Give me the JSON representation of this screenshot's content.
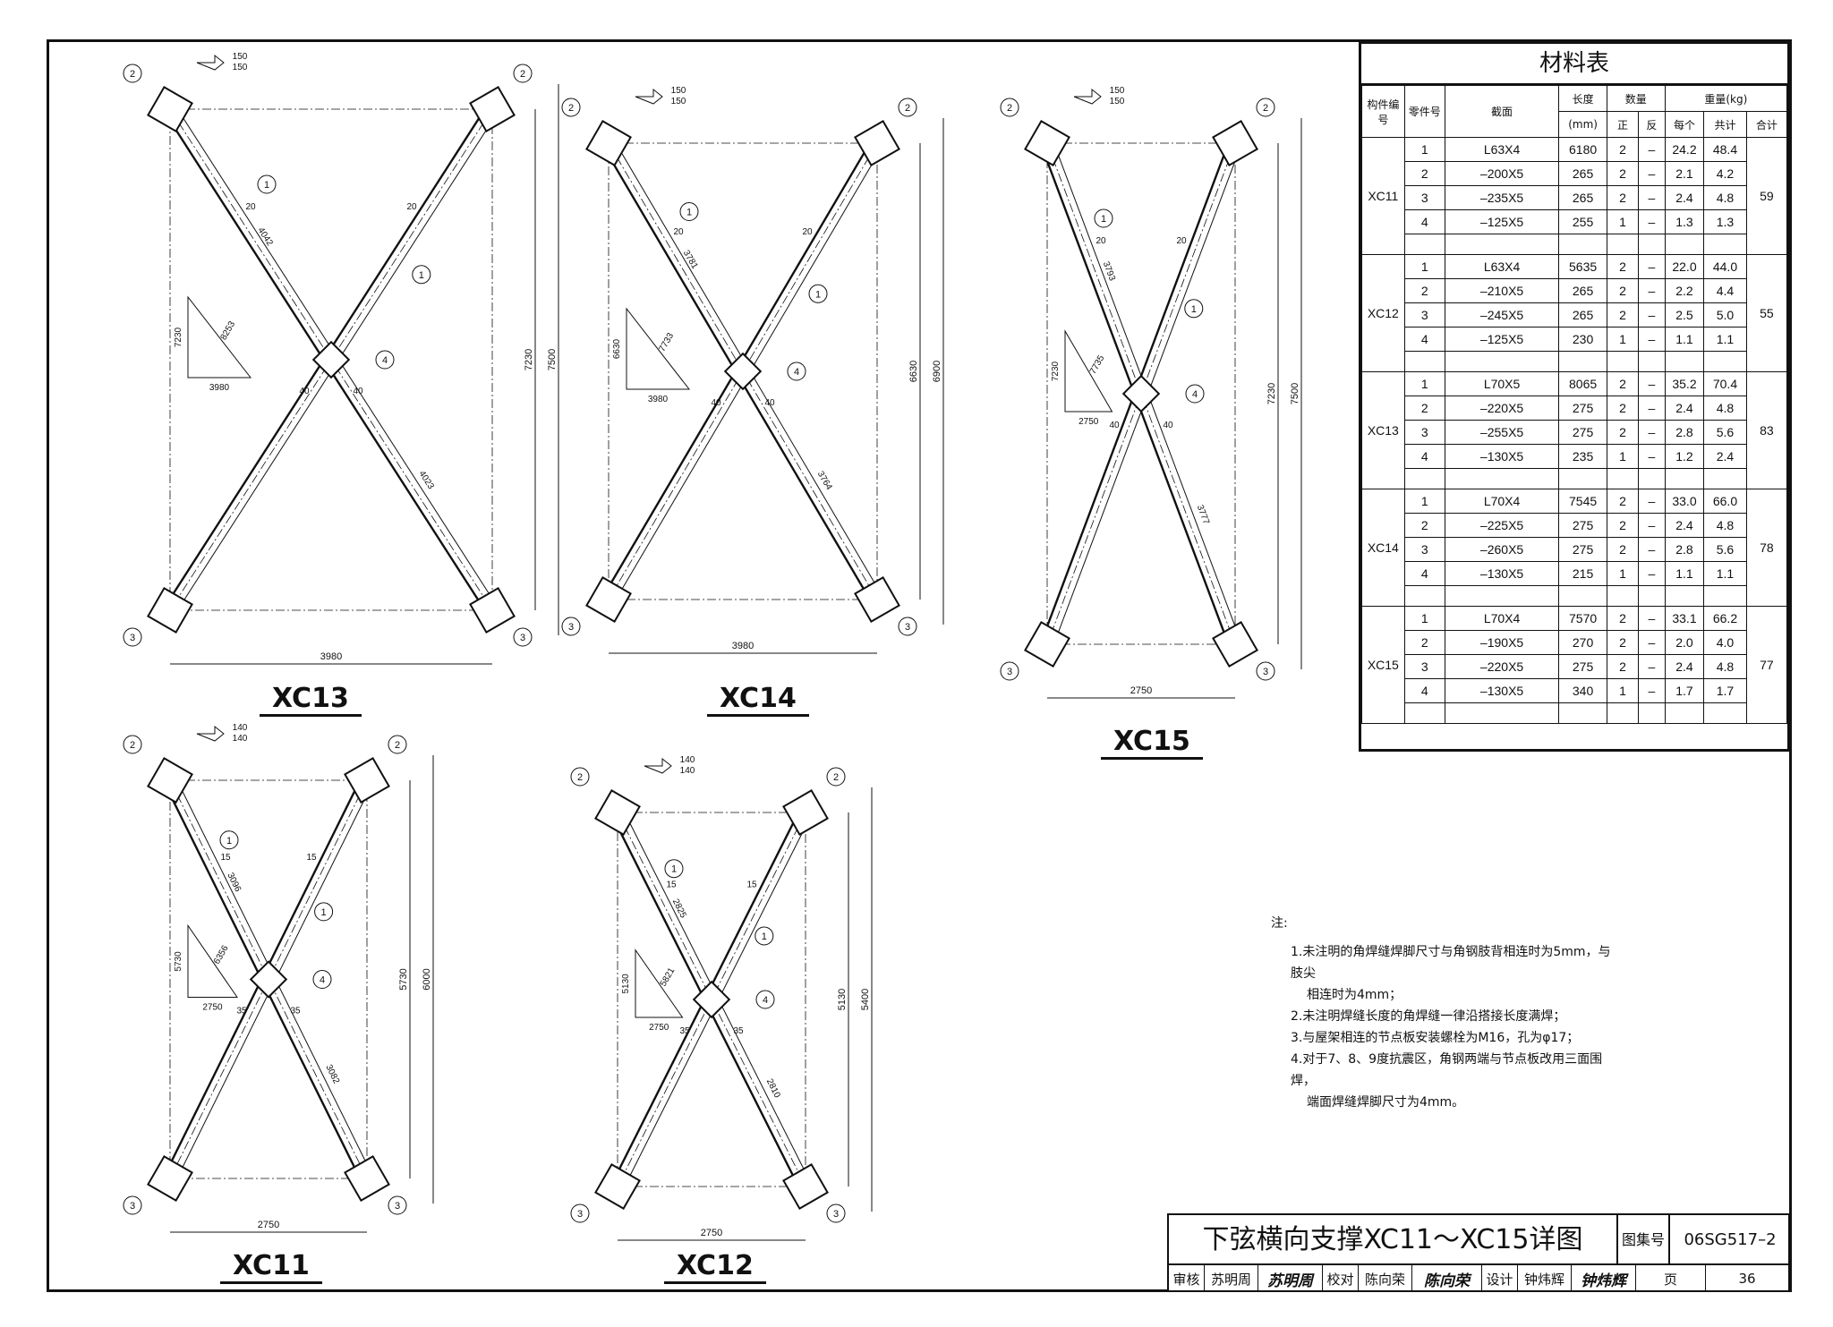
{
  "material_table": {
    "title": "材料表",
    "headers": {
      "member": "构件编号",
      "part": "零件号",
      "section": "截面",
      "length": "长度",
      "length_unit": "(mm)",
      "quantity": "数量",
      "qty_pos": "正",
      "qty_neg": "反",
      "weight": "重量(kg)",
      "w_each": "每个",
      "w_sum": "共计",
      "w_total": "合计"
    },
    "groups": [
      {
        "member": "XC11",
        "total": "59",
        "rows": [
          {
            "part": "1",
            "section": "L63X4",
            "length": "6180",
            "pos": "2",
            "neg": "–",
            "each": "24.2",
            "sum": "48.4"
          },
          {
            "part": "2",
            "section": "–200X5",
            "length": "265",
            "pos": "2",
            "neg": "–",
            "each": "2.1",
            "sum": "4.2"
          },
          {
            "part": "3",
            "section": "–235X5",
            "length": "265",
            "pos": "2",
            "neg": "–",
            "each": "2.4",
            "sum": "4.8"
          },
          {
            "part": "4",
            "section": "–125X5",
            "length": "255",
            "pos": "1",
            "neg": "–",
            "each": "1.3",
            "sum": "1.3"
          }
        ]
      },
      {
        "member": "XC12",
        "total": "55",
        "rows": [
          {
            "part": "1",
            "section": "L63X4",
            "length": "5635",
            "pos": "2",
            "neg": "–",
            "each": "22.0",
            "sum": "44.0"
          },
          {
            "part": "2",
            "section": "–210X5",
            "length": "265",
            "pos": "2",
            "neg": "–",
            "each": "2.2",
            "sum": "4.4"
          },
          {
            "part": "3",
            "section": "–245X5",
            "length": "265",
            "pos": "2",
            "neg": "–",
            "each": "2.5",
            "sum": "5.0"
          },
          {
            "part": "4",
            "section": "–125X5",
            "length": "230",
            "pos": "1",
            "neg": "–",
            "each": "1.1",
            "sum": "1.1"
          }
        ]
      },
      {
        "member": "XC13",
        "total": "83",
        "rows": [
          {
            "part": "1",
            "section": "L70X5",
            "length": "8065",
            "pos": "2",
            "neg": "–",
            "each": "35.2",
            "sum": "70.4"
          },
          {
            "part": "2",
            "section": "–220X5",
            "length": "275",
            "pos": "2",
            "neg": "–",
            "each": "2.4",
            "sum": "4.8"
          },
          {
            "part": "3",
            "section": "–255X5",
            "length": "275",
            "pos": "2",
            "neg": "–",
            "each": "2.8",
            "sum": "5.6"
          },
          {
            "part": "4",
            "section": "–130X5",
            "length": "235",
            "pos": "1",
            "neg": "–",
            "each": "1.2",
            "sum": "2.4"
          }
        ]
      },
      {
        "member": "XC14",
        "total": "78",
        "rows": [
          {
            "part": "1",
            "section": "L70X4",
            "length": "7545",
            "pos": "2",
            "neg": "–",
            "each": "33.0",
            "sum": "66.0"
          },
          {
            "part": "2",
            "section": "–225X5",
            "length": "275",
            "pos": "2",
            "neg": "–",
            "each": "2.4",
            "sum": "4.8"
          },
          {
            "part": "3",
            "section": "–260X5",
            "length": "275",
            "pos": "2",
            "neg": "–",
            "each": "2.8",
            "sum": "5.6"
          },
          {
            "part": "4",
            "section": "–130X5",
            "length": "215",
            "pos": "1",
            "neg": "–",
            "each": "1.1",
            "sum": "1.1"
          }
        ]
      },
      {
        "member": "XC15",
        "total": "77",
        "rows": [
          {
            "part": "1",
            "section": "L70X4",
            "length": "7570",
            "pos": "2",
            "neg": "–",
            "each": "33.1",
            "sum": "66.2"
          },
          {
            "part": "2",
            "section": "–190X5",
            "length": "270",
            "pos": "2",
            "neg": "–",
            "each": "2.0",
            "sum": "4.0"
          },
          {
            "part": "3",
            "section": "–220X5",
            "length": "275",
            "pos": "2",
            "neg": "–",
            "each": "2.4",
            "sum": "4.8"
          },
          {
            "part": "4",
            "section": "–130X5",
            "length": "340",
            "pos": "1",
            "neg": "–",
            "each": "1.7",
            "sum": "1.7"
          }
        ]
      }
    ]
  },
  "drawings": [
    {
      "id": "XC13",
      "label": "XC13",
      "width": "3980",
      "height": "7230",
      "height_total": "7500",
      "diag1": "4042",
      "diag2": "4023",
      "tri_base": "3980",
      "tri_h": "7230",
      "tri_hyp": "8253",
      "weld_center": "40",
      "weld_end": "20",
      "weld_top": "150",
      "weld_bot": "150"
    },
    {
      "id": "XC14",
      "label": "XC14",
      "width": "3980",
      "height": "6630",
      "height_total": "6900",
      "diag1": "3781",
      "diag2": "3764",
      "tri_base": "3980",
      "tri_h": "6630",
      "tri_hyp": "7733",
      "weld_center": "40",
      "weld_end": "20",
      "weld_top": "150",
      "weld_bot": "150"
    },
    {
      "id": "XC15",
      "label": "XC15",
      "width": "2750",
      "height": "7230",
      "height_total": "7500",
      "diag1": "3793",
      "diag2": "3777",
      "tri_base": "2750",
      "tri_h": "7230",
      "tri_hyp": "7735",
      "weld_center": "40",
      "weld_end": "20",
      "weld_top": "150",
      "weld_bot": "150"
    },
    {
      "id": "XC11",
      "label": "XC11",
      "width": "2750",
      "height": "5730",
      "height_total": "6000",
      "diag1": "3096",
      "diag2": "3082",
      "tri_base": "2750",
      "tri_h": "5730",
      "tri_hyp": "6356",
      "weld_center": "35",
      "weld_end": "15",
      "weld_top": "140",
      "weld_bot": "140"
    },
    {
      "id": "XC12",
      "label": "XC12",
      "width": "2750",
      "height": "5130",
      "height_total": "5400",
      "diag1": "2825",
      "diag2": "2810",
      "tri_base": "2750",
      "tri_h": "5130",
      "tri_hyp": "5821",
      "weld_center": "35",
      "weld_end": "15",
      "weld_top": "140",
      "weld_bot": "140"
    }
  ],
  "notes": {
    "heading": "注:",
    "items": [
      "1.未注明的角焊缝焊脚尺寸与角钢肢背相连时为5mm，与肢尖",
      "相连时为4mm；",
      "2.未注明焊缝长度的角焊缝一律沿搭接长度满焊；",
      "3.与屋架相连的节点板安装螺栓为M16，孔为φ17；",
      "4.对于7、8、9度抗震区，角钢两端与节点板改用三面围焊，",
      "端面焊缝焊脚尺寸为4mm。"
    ]
  },
  "title_block": {
    "title": "下弦横向支撑XC11～XC15详图",
    "atlas_label": "图集号",
    "atlas_no": "06SG517–2",
    "review_label": "审核",
    "reviewer": "苏明周",
    "reviewer_sig": "苏明周",
    "check_label": "校对",
    "checker": "陈向荣",
    "checker_sig": "陈向荣",
    "design_label": "设计",
    "designer": "钟炜辉",
    "designer_sig": "钟炜辉",
    "page_label": "页",
    "page_no": "36"
  }
}
